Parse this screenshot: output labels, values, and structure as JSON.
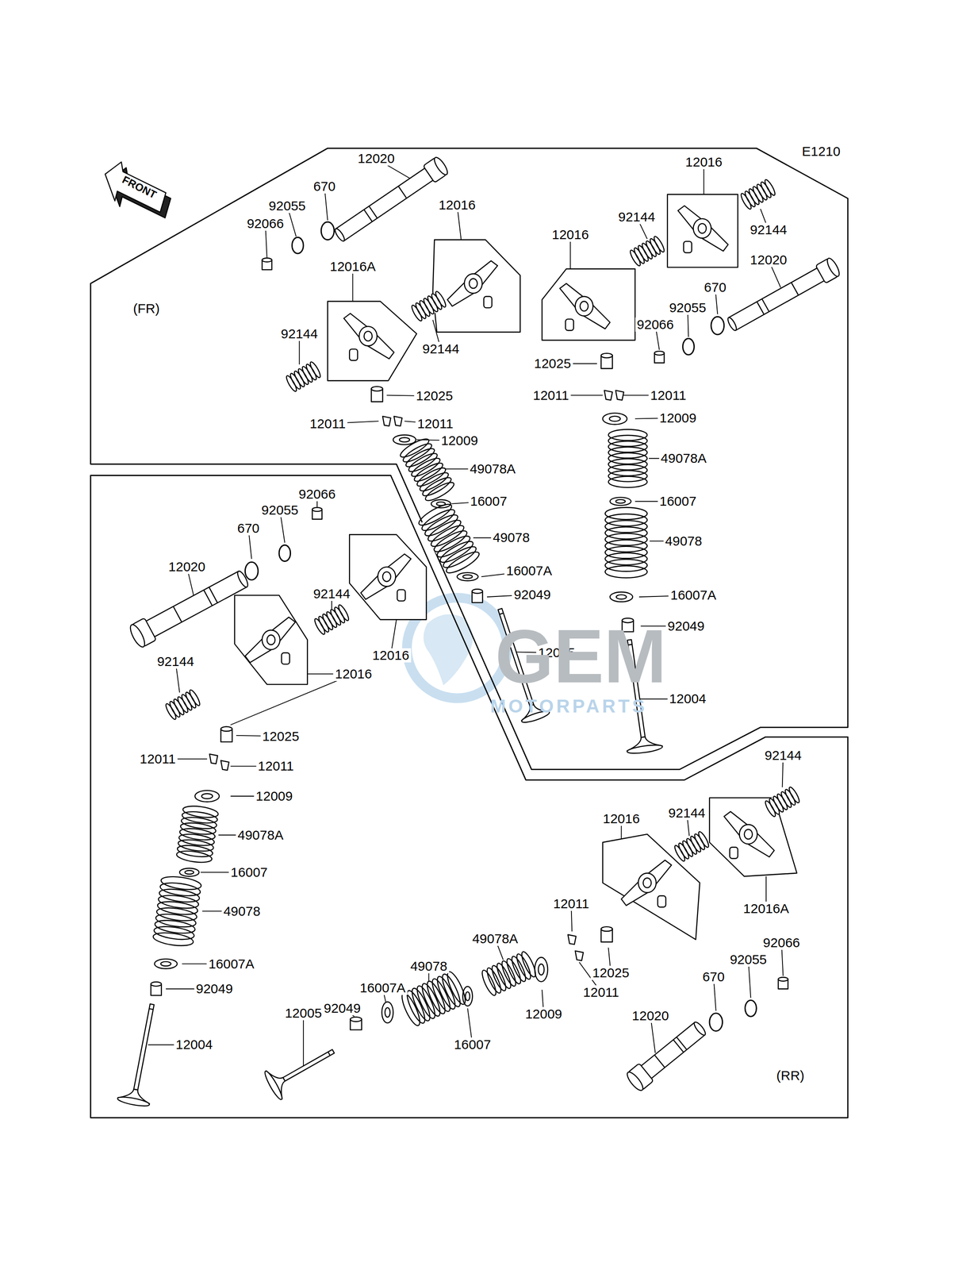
{
  "diagram": {
    "labels": [
      "E1210",
      "FRONT",
      "12020",
      "12016",
      "670",
      "92055",
      "12016",
      "92066",
      "12016",
      "92144",
      "92144",
      "12020",
      "12016A",
      "670",
      "92055",
      "(FR)",
      "92066",
      "92144",
      "92144",
      "12025",
      "12025",
      "12011",
      "12011",
      "12011",
      "12011",
      "12009",
      "12009",
      "49078A",
      "49078A",
      "92066",
      "16007",
      "16007",
      "92055",
      "670",
      "49078",
      "49078",
      "12020",
      "16007A",
      "92144",
      "92049",
      "16007A",
      "92049",
      "12016",
      "12005",
      "92144",
      "12016",
      "12004",
      "12025",
      "12011",
      "12011",
      "92144",
      "12009",
      "12016",
      "92144",
      "49078A",
      "16007",
      "12011",
      "12016A",
      "49078",
      "49078A",
      "92066",
      "92055",
      "16007A",
      "49078",
      "12025",
      "670",
      "16007A",
      "92049",
      "92049",
      "12011",
      "12009",
      "12020",
      "12005",
      "16007",
      "12004",
      "(RR)",
      "GEM",
      "MOTORPARTS"
    ]
  }
}
